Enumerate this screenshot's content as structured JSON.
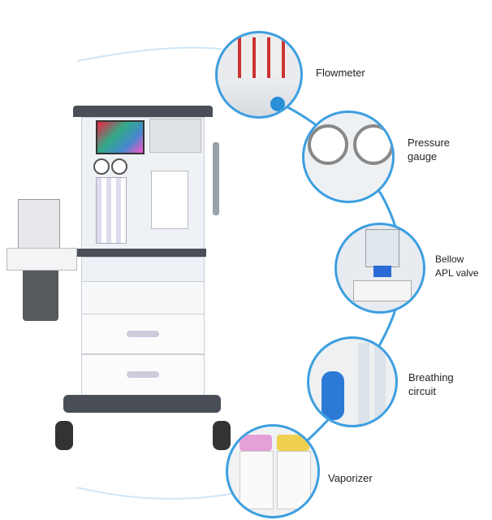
{
  "callouts": [
    {
      "label": "Flowmeter"
    },
    {
      "label_line1": "Pressure",
      "label_line2": "gauge"
    },
    {
      "label_line1": "Bellow",
      "label_line2": "APL valve"
    },
    {
      "label_line1": "Breathing",
      "label_line2": "circuit"
    },
    {
      "label": "Vaporizer"
    }
  ],
  "colors": {
    "accent": "#3d9fe0",
    "machine_body": "#f2f4f7",
    "machine_dark": "#4a4f57"
  }
}
